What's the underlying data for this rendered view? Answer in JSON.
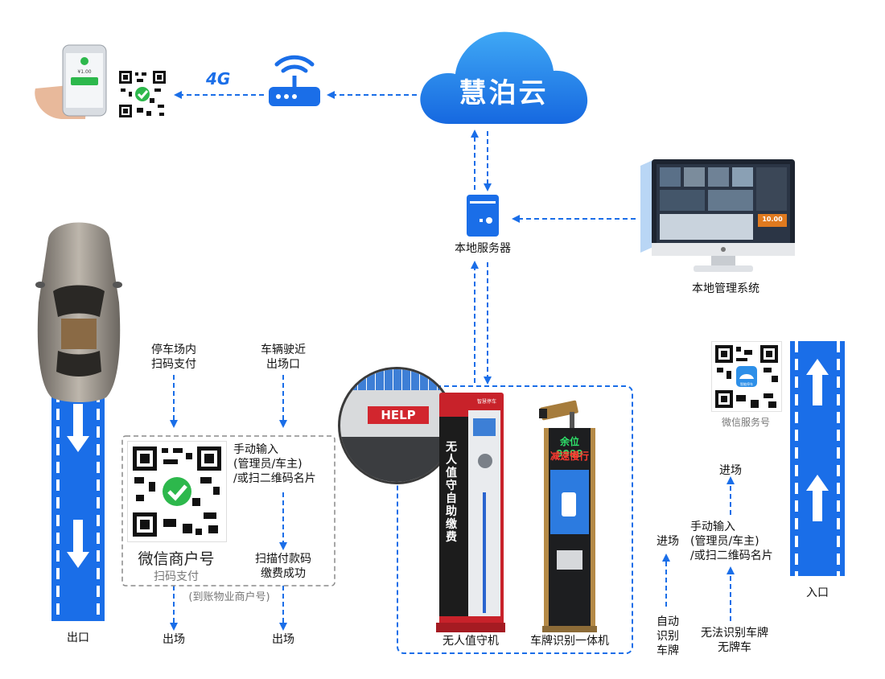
{
  "cloud": {
    "label": "慧泊云"
  },
  "network": {
    "badge": "4G"
  },
  "phone": {
    "amount": "¥1.00"
  },
  "server": {
    "label": "本地服务器"
  },
  "mgmt": {
    "label": "本地管理系统",
    "screen_price": "10.00"
  },
  "exit": {
    "label": "出口",
    "flow_in_lot": "停车场内\n扫码支付",
    "flow_near_exit": "车辆驶近\n出场口",
    "manual_input": "手动输入\n(管理员/车主)\n/或扫二维码名片",
    "scan_paid": "扫描付款码\n缴费成功",
    "qr_caption": "微信商户号",
    "qr_sub": "扫码支付",
    "account_note": "(到账物业商户号)",
    "out1": "出场",
    "out2": "出场"
  },
  "kiosk": {
    "label": "无人值守机",
    "help": "HELP",
    "vertical_text": "无人值守 自助缴费",
    "brand": "智慧停车"
  },
  "lpr": {
    "label": "车牌识别一体机",
    "led1": "余位9999",
    "led2": "减速慢行"
  },
  "entrance": {
    "label": "入口",
    "wechat_qr_caption": "微信服务号",
    "wechat_qr_badge": "智能停车",
    "enter1": "进场",
    "enter2": "进场",
    "manual_input": "手动输入\n(管理员/车主)\n/或扫二维码名片",
    "auto_recognize": "自动\n识别\n车牌",
    "no_plate": "无法识别车牌\n无牌车"
  },
  "colors": {
    "accent": "#1a6ee8",
    "road": "#1a6ee8",
    "kiosk_red": "#c8222a"
  }
}
